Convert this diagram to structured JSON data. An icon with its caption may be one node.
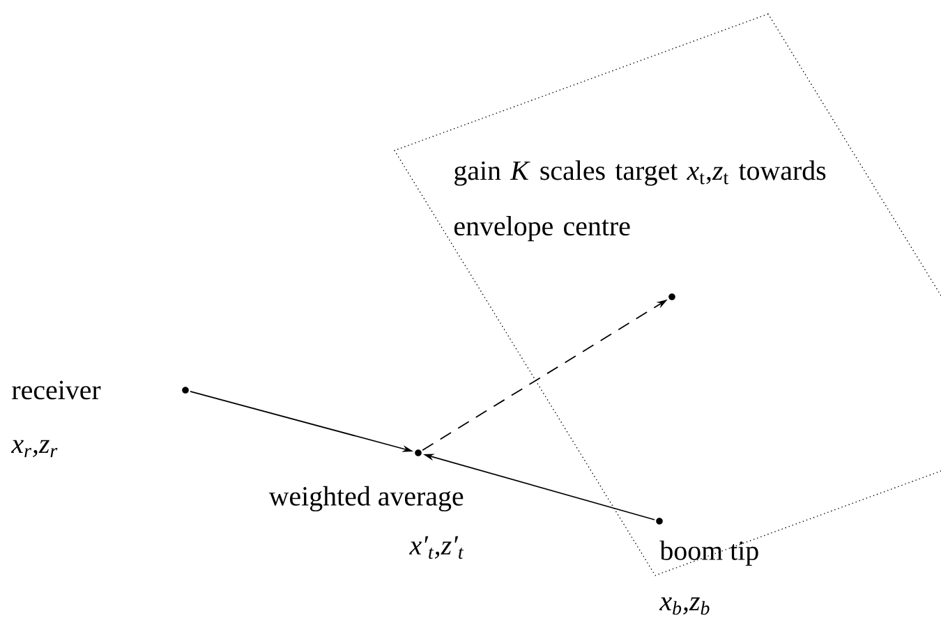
{
  "diagram": {
    "nodes": [
      {
        "text": [],
        "shape": "circle",
        "beside": [
          "receiver",
          "x$_{r}$,z$_{r}$"
        ]
      },
      {
        "text": [],
        "shape": "circle",
        "beside": [
          "weighted average",
          "x′$_{t}$,z′$_{t}$"
        ]
      },
      {
        "text": [],
        "shape": "circle",
        "beside": [
          "boom tip",
          "x$_{b}$,z$_{b}$"
        ]
      },
      {
        "text": [],
        "shape": "circle",
        "beside": [
          "gain *K* scales target *x*$_{t}$,*z*$_{t}$ towards envelope centre"
        ]
      }
    ],
    "edges": [
      {
        "from": 0,
        "to": 1,
        "arrow": "to"
      },
      {
        "from": 2,
        "to": 1,
        "arrow": "to"
      },
      {
        "from": 1,
        "to": 3,
        "arrow": "to",
        "style": "dashed"
      }
    ]
  }
}
